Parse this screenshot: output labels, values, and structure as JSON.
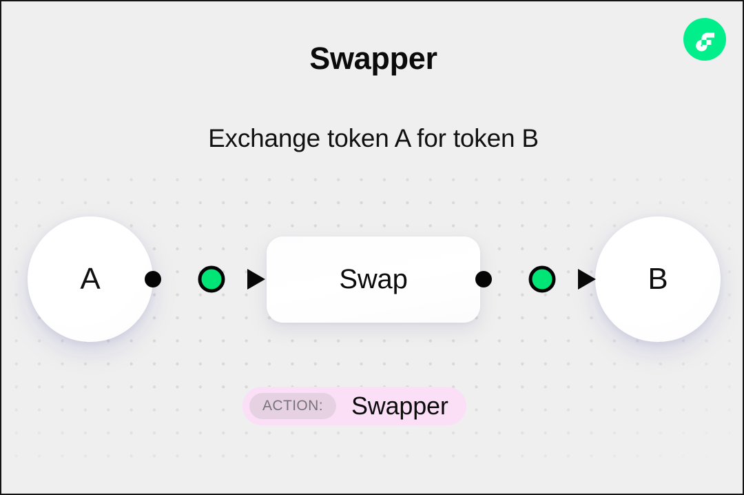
{
  "header": {
    "title": "Swapper",
    "subtitle": "Exchange token A for token B",
    "logo_icon": "flow-logo-icon",
    "logo_color": "#00ef8b"
  },
  "diagram": {
    "nodes": [
      {
        "id": "a",
        "label": "A",
        "type": "token-circle"
      },
      {
        "id": "swap",
        "label": "Swap",
        "type": "action-card"
      },
      {
        "id": "b",
        "label": "B",
        "type": "token-circle"
      }
    ],
    "connectors": [
      {
        "id": "left",
        "from": "a",
        "to": "swap",
        "start_dot_color": "#050505",
        "mid_dot_color": "#00e676",
        "mid_dot_border": "#050505",
        "line_color": "#080808",
        "arrow_color": "#080808"
      },
      {
        "id": "right",
        "from": "swap",
        "to": "b",
        "start_dot_color": "#050505",
        "mid_dot_color": "#00e676",
        "mid_dot_border": "#050505",
        "line_color": "#080808",
        "arrow_color": "#080808"
      }
    ]
  },
  "action_badge": {
    "tag": "ACTION:",
    "value": "Swapper",
    "background": "#fbdff7",
    "tag_background": "#e6d1e3",
    "tag_text_color": "#76737a"
  },
  "background": {
    "color": "#efefef",
    "dot_color": "#d8d8d8"
  }
}
